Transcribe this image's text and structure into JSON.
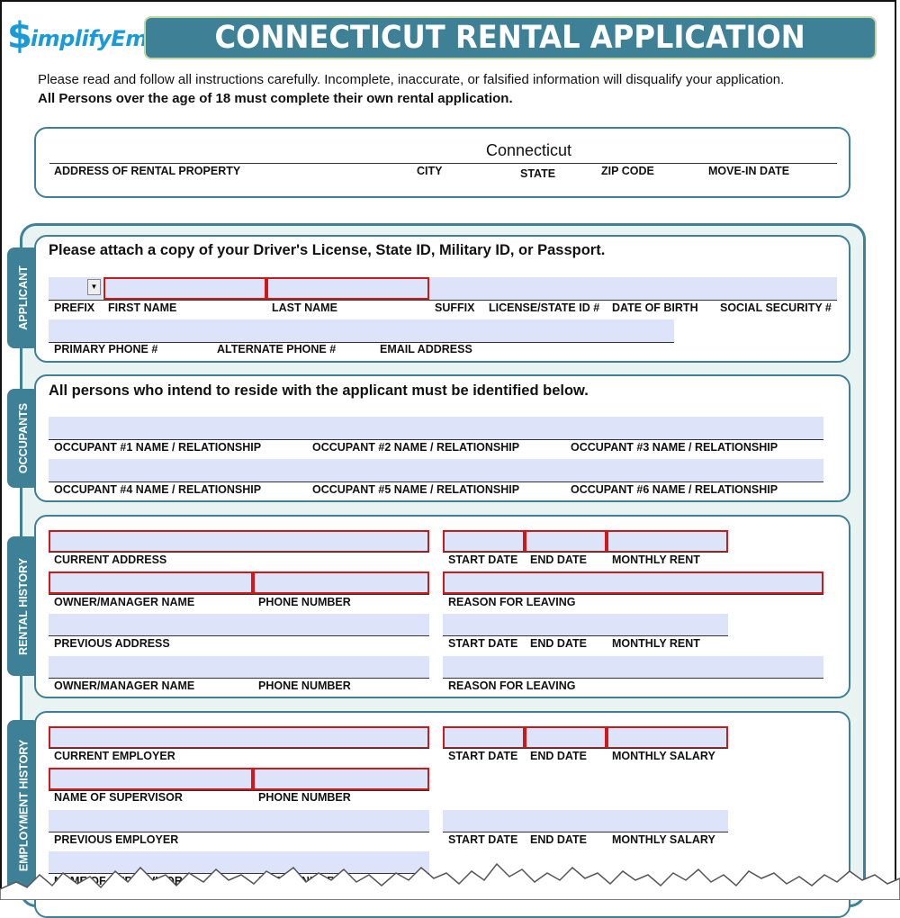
{
  "logo": {
    "symbol": "$",
    "text": "implifyEm"
  },
  "title": "CONNECTICUT RENTAL APPLICATION",
  "intro": {
    "line1": "Please read and follow all instructions carefully. Incomplete, inaccurate, or falsified information will disqualify your application.",
    "line2": "All Persons over the age of 18 must complete their own rental application."
  },
  "property": {
    "state_value": "Connecticut",
    "labels": {
      "address": "ADDRESS OF RENTAL PROPERTY",
      "city": "CITY",
      "state": "STATE",
      "zip": "ZIP CODE",
      "movein": "MOVE-IN DATE"
    }
  },
  "applicant": {
    "tab": "APPLICANT",
    "heading": "Please attach a copy of your Driver's License, State ID, Military ID, or Passport.",
    "labels": {
      "prefix": "PREFIX",
      "first": "FIRST NAME",
      "last": "LAST NAME",
      "suffix": "SUFFIX",
      "license": "LICENSE/STATE ID #",
      "dob": "DATE OF BIRTH",
      "ssn": "SOCIAL SECURITY #",
      "phone1": "PRIMARY PHONE #",
      "phone2": "ALTERNATE PHONE #",
      "email": "EMAIL ADDRESS"
    }
  },
  "occupants": {
    "tab": "OCCUPANTS",
    "heading": "All persons who intend to reside with the applicant must be identified below.",
    "labels": [
      "OCCUPANT #1 NAME / RELATIONSHIP",
      "OCCUPANT #2 NAME / RELATIONSHIP",
      "OCCUPANT #3 NAME / RELATIONSHIP",
      "OCCUPANT #4 NAME / RELATIONSHIP",
      "OCCUPANT #5 NAME / RELATIONSHIP",
      "OCCUPANT #6 NAME / RELATIONSHIP"
    ]
  },
  "rental": {
    "tab": "RENTAL HISTORY",
    "labels": {
      "cur_address": "CURRENT ADDRESS",
      "start": "START DATE",
      "end": "END DATE",
      "rent": "MONTHLY RENT",
      "owner": "OWNER/MANAGER NAME",
      "phone": "PHONE NUMBER",
      "reason": "REASON FOR LEAVING",
      "prev_address": "PREVIOUS ADDRESS"
    }
  },
  "employment": {
    "tab": "EMPLOYMENT HISTORY",
    "labels": {
      "cur_employer": "CURRENT EMPLOYER",
      "start": "START DATE",
      "end": "END DATE",
      "salary": "MONTHLY SALARY",
      "supervisor": "NAME OF SUPERVISOR",
      "phone": "PHONE NUMBER",
      "prev_employer": "PREVIOUS EMPLOYER",
      "supervisor_cut": "NAME OF SUPERVISOR",
      "phone_cut": "PHONE NUMBER"
    }
  }
}
